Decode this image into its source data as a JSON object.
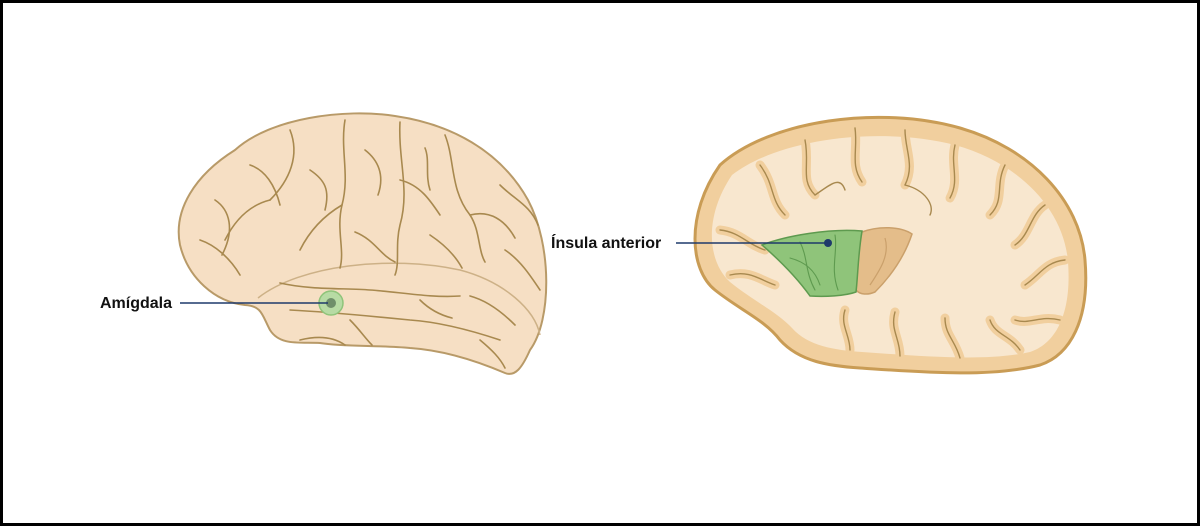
{
  "labels": {
    "left": "Amígdala",
    "right": "Ínsula anterior"
  },
  "colors": {
    "brain_fill": "#f6dfc4",
    "brain_outline": "#b89a68",
    "sulci": "#a8894f",
    "slice_rim": "#d9b574",
    "slice_grey": "#f1cf9e",
    "slice_white": "#f8e7cf",
    "highlight_green": "#8fc47a",
    "highlight_green_dark": "#5e9a4f",
    "highlight_tan": "#e4bd8a",
    "leader_line": "#1f3a6b"
  },
  "icons": {
    "left": "lateral-brain-illustration",
    "right": "brain-section-illustration"
  }
}
